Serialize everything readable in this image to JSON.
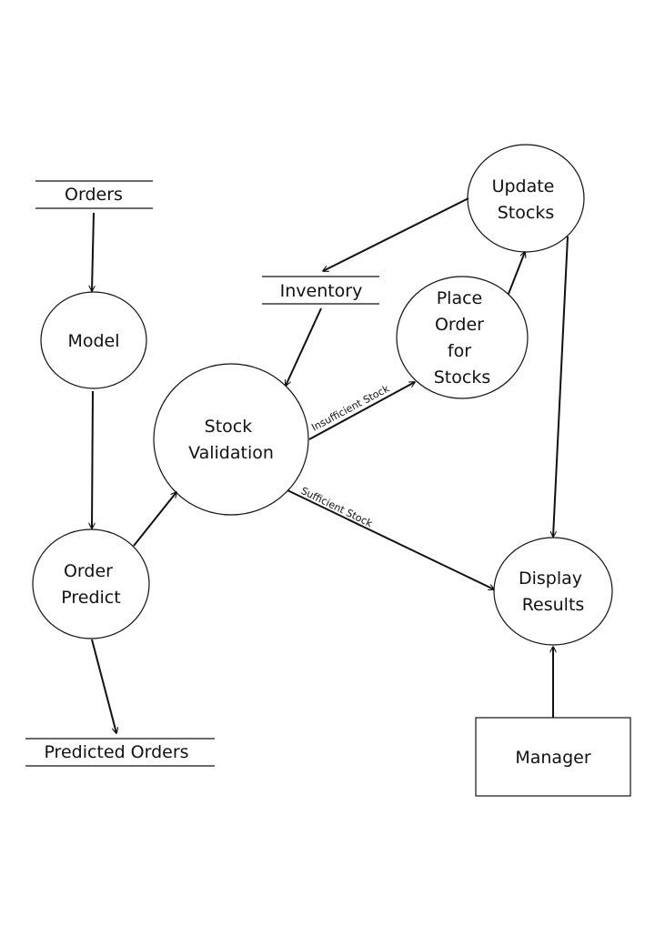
{
  "diagram": {
    "data_stores": {
      "orders": "Orders",
      "inventory": "Inventory",
      "predicted_orders": "Predicted Orders"
    },
    "processes": {
      "model": "Model",
      "order_predict": [
        "Order",
        "Predict"
      ],
      "stock_validation": [
        "Stock",
        "Validation"
      ],
      "place_order": [
        "Place",
        "Order",
        "for",
        "Stocks"
      ],
      "update_stocks": [
        "Update",
        "Stocks"
      ],
      "display_results": [
        "Display",
        "Results"
      ]
    },
    "external_entities": {
      "manager": "Manager"
    },
    "flows": {
      "insufficient": "Insufficient Stock",
      "sufficient": "Sufficient Stock"
    }
  }
}
